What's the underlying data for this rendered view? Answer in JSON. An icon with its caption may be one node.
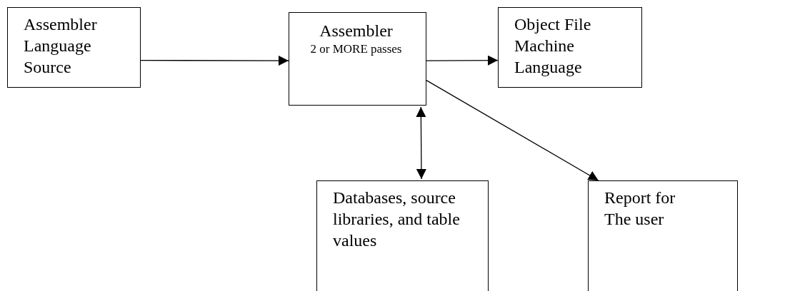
{
  "diagram": {
    "nodes": [
      {
        "text": [
          "Assembler Language Source"
        ]
      },
      {
        "text": [
          "Assembler",
          "2 or MORE passes"
        ]
      },
      {
        "text": [
          "Object File Machine Language"
        ]
      },
      {
        "text": [
          "Databases, source libraries, and table values"
        ]
      },
      {
        "text": [
          "Report for The user"
        ]
      }
    ],
    "edges": [
      {
        "from": 0,
        "to": 1,
        "arrow": "to"
      },
      {
        "from": 1,
        "to": 2,
        "arrow": "to"
      },
      {
        "from": 1,
        "to": 3,
        "arrow": "both"
      },
      {
        "from": 1,
        "to": 4,
        "arrow": "to"
      }
    ]
  }
}
